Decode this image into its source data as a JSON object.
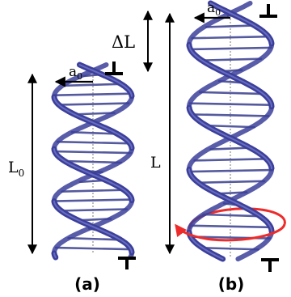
{
  "panel_a": {
    "caption": "(a)",
    "length_label": "L",
    "length_subscript": "0",
    "radius_label": "a",
    "radius_subscript": "0"
  },
  "panel_b": {
    "caption": "(b)",
    "length_label": "L",
    "delta_label": "ΔL",
    "radius_label": "a",
    "radius_subscript": "0"
  },
  "colors": {
    "strand": "#3b3f9a",
    "strand_highlight": "#7b80d0",
    "rung": "#555a9e",
    "axis": "#777777",
    "rotation_arrow": "#ee2b2b",
    "annotation": "#000000"
  }
}
